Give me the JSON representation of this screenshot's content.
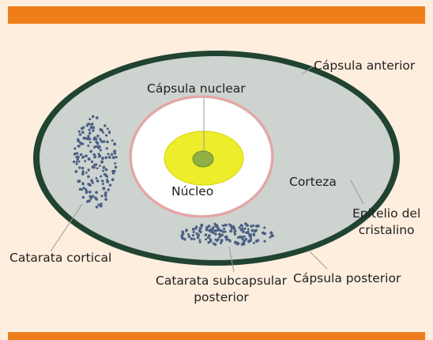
{
  "colors": {
    "frame_bar": "#ef7d1a",
    "background": "#fdeede",
    "lens_outer_ring": "#214432",
    "lens_fill": "#cdd3cf",
    "cortex_outline": "#e8a3a3",
    "nucleus_zone": "#ffffff",
    "nucleus": "#eded2c",
    "nuclear_core": "#8fb042",
    "opacity_dots": "#4b5f84",
    "leader_line": "#9a9a9a"
  },
  "labels": {
    "capsula_anterior": "Cápsula anterior",
    "capsula_nuclear": "Cápsula nuclear",
    "nucleo": "Núcleo",
    "corteza": "Corteza",
    "epitelio_line1": "Epitelio del",
    "epitelio_line2": "cristalino",
    "catarata_cortical": "Catarata cortical",
    "catarata_subcapsular_line1": "Catarata subcapsular",
    "catarata_subcapsular_line2": "posterior",
    "capsula_posterior": "Cápsula posterior"
  }
}
